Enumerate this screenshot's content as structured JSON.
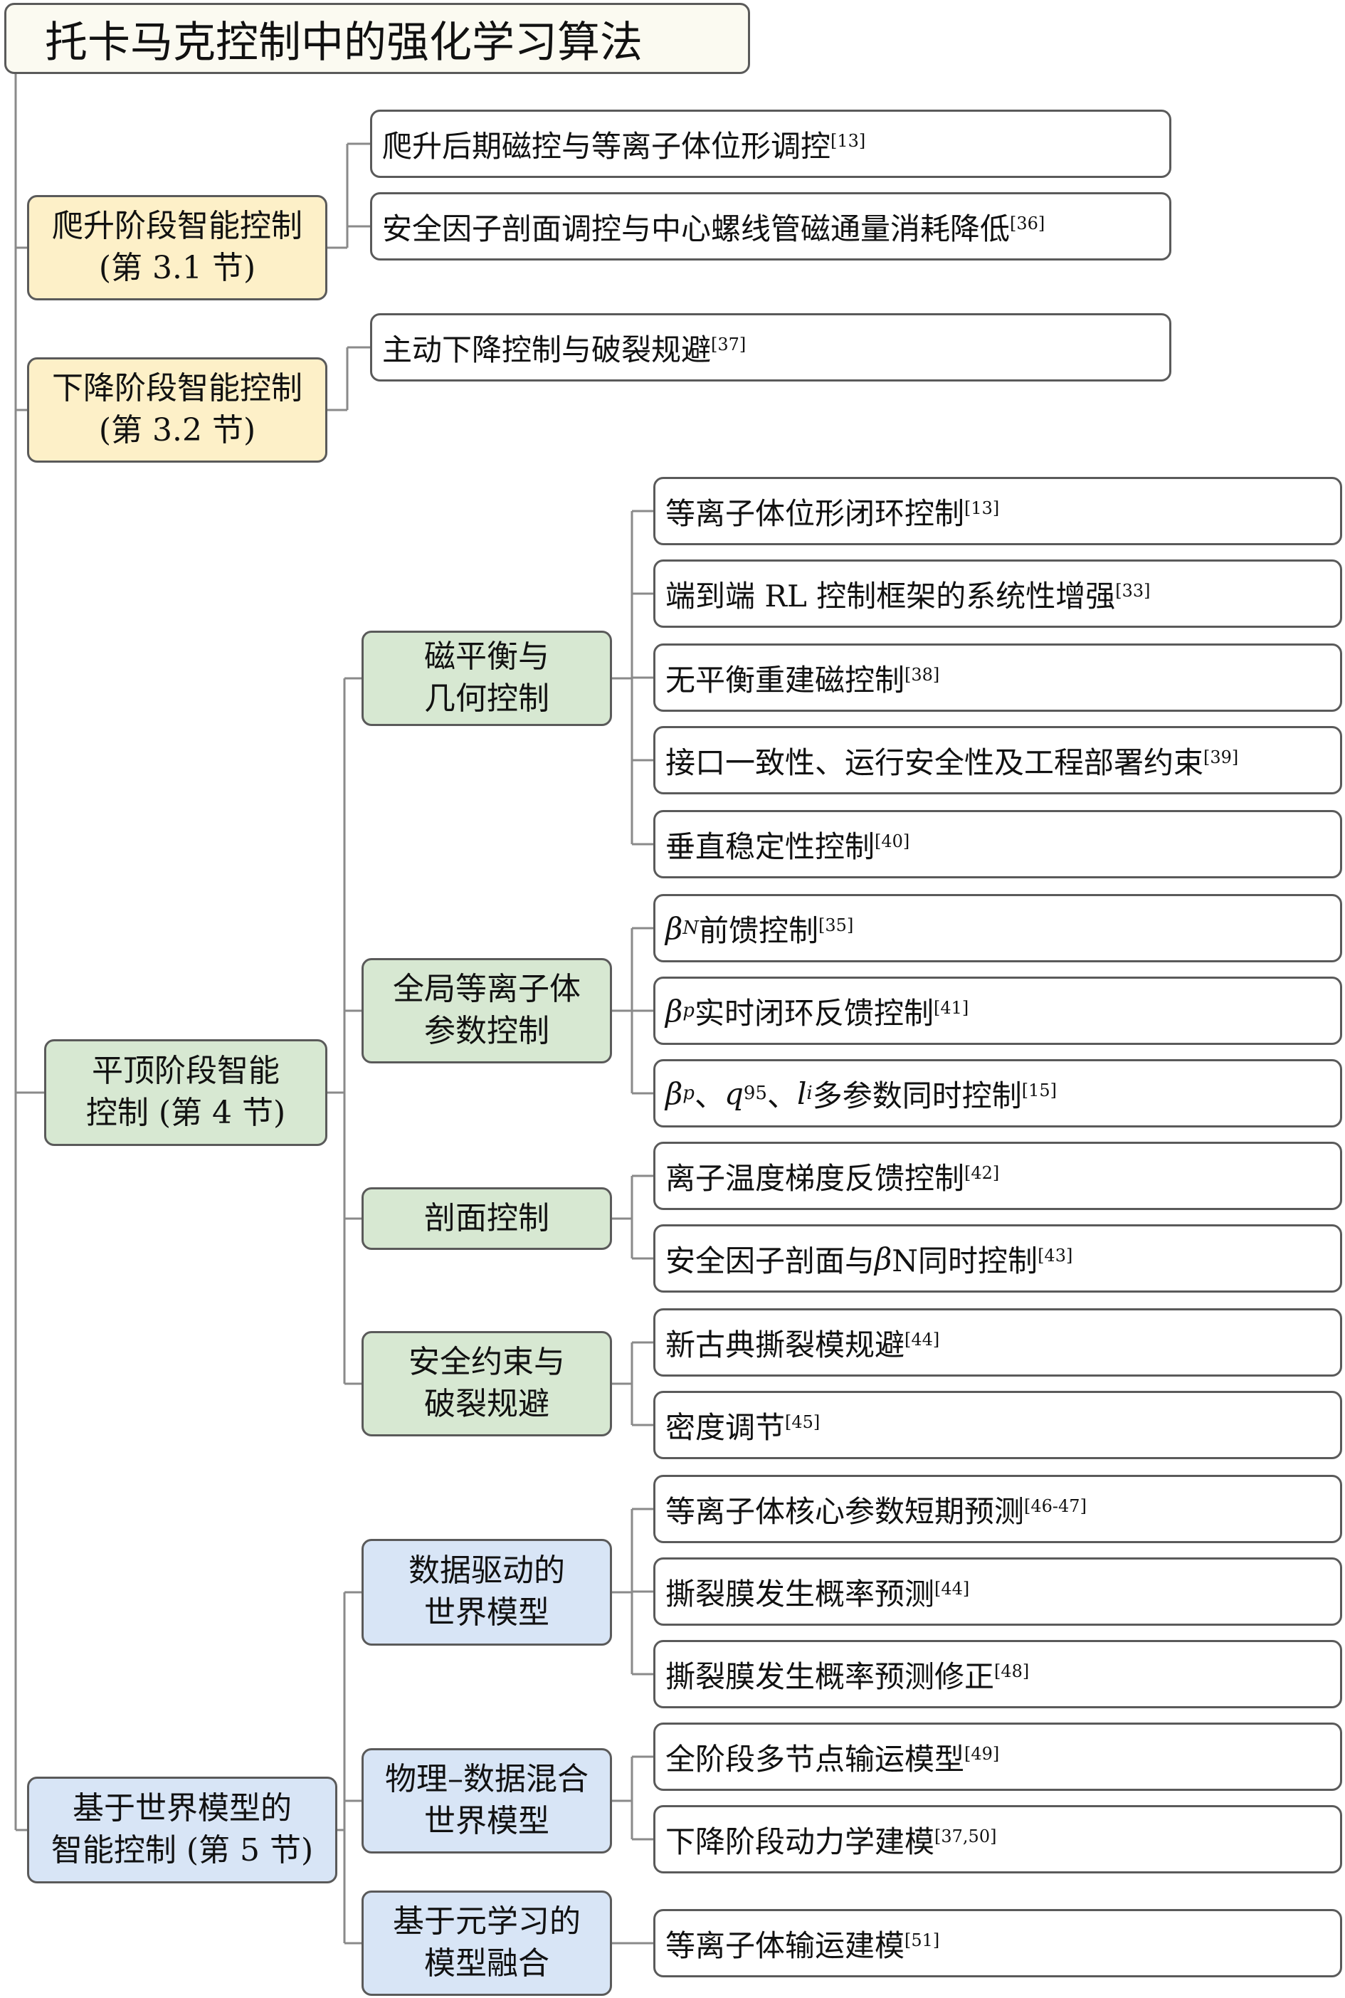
{
  "root": {
    "title": "托卡马克控制中的强化学习算法"
  },
  "rampup": {
    "label": [
      "爬升阶段智能控制",
      "(第 3.1 节)"
    ],
    "leaves": [
      {
        "text": "爬升后期磁控与等离子体位形调控",
        "ref": "[13]"
      },
      {
        "text": "安全因子剖面调控与中心螺线管磁通量消耗降低",
        "ref": "[36]"
      }
    ]
  },
  "rampdown": {
    "label": [
      "下降阶段智能控制",
      "(第 3.2 节)"
    ],
    "leaves": [
      {
        "text": "主动下降控制与破裂规避",
        "ref": "[37]"
      }
    ]
  },
  "flattop": {
    "label": [
      "平顶阶段智能",
      "控制 (第 4 节)"
    ],
    "groups": [
      {
        "label": [
          "磁平衡与",
          "几何控制"
        ],
        "leaves": [
          {
            "text": "等离子体位形闭环控制",
            "ref": "[13]"
          },
          {
            "text": "端到端 RL 控制框架的系统性增强",
            "ref": "[33]"
          },
          {
            "text": "无平衡重建磁控制",
            "ref": "[38]"
          },
          {
            "text": "接口一致性、运行安全性及工程部署约束",
            "ref": "[39]"
          },
          {
            "text": "垂直稳定性控制",
            "ref": "[40]"
          }
        ]
      },
      {
        "label": [
          "全局等离子体",
          "参数控制"
        ],
        "leaves": [
          {
            "sym": "β",
            "sub": "N",
            "text": " 前馈控制",
            "ref": "[35]"
          },
          {
            "sym": "β",
            "sub": "p",
            "text": " 实时闭环反馈控制",
            "ref": "[41]"
          },
          {
            "s1": "β",
            "s1sub": "p",
            "sep1": "、",
            "s2": "q",
            "s2sub": "95",
            "sep2": "、",
            "s3": "l",
            "s3sub": "i",
            "text": " 多参数同时控制",
            "ref": "[15]"
          }
        ]
      },
      {
        "label": [
          "剖面控制"
        ],
        "leaves": [
          {
            "text": "离子温度梯度反馈控制",
            "ref": "[42]"
          },
          {
            "pre": "安全因子剖面与 ",
            "sym": "β",
            "text": " N同时控制",
            "ref": "[43]"
          }
        ]
      },
      {
        "label": [
          "安全约束与",
          "破裂规避"
        ],
        "leaves": [
          {
            "text": "新古典撕裂模规避",
            "ref": "[44]"
          },
          {
            "text": "密度调节",
            "ref": "[45]"
          }
        ]
      }
    ]
  },
  "worldmodel": {
    "label": [
      "基于世界模型的",
      "智能控制 (第 5 节)"
    ],
    "groups": [
      {
        "label": [
          "数据驱动的",
          "世界模型"
        ],
        "leaves": [
          {
            "text": "等离子体核心参数短期预测",
            "ref": "[46-47]"
          },
          {
            "text": "撕裂膜发生概率预测",
            "ref": "[44]"
          },
          {
            "text": "撕裂膜发生概率预测修正",
            "ref": "[48]"
          }
        ]
      },
      {
        "label": [
          "物理–数据混合",
          "世界模型"
        ],
        "leaves": [
          {
            "text": "全阶段多节点输运模型",
            "ref": "[49]"
          },
          {
            "text": "下降阶段动力学建模",
            "ref": "[37,50]"
          }
        ]
      },
      {
        "label": [
          "基于元学习的",
          "模型融合"
        ],
        "leaves": [
          {
            "text": "等离子体输运建模",
            "ref": "[51]"
          }
        ]
      }
    ]
  },
  "colors": {
    "yellow": "#fdf0c8",
    "green": "#d7e8d2",
    "blue": "#d8e5f6",
    "border": "#5a5a5a",
    "line": "#8a8a8a"
  }
}
